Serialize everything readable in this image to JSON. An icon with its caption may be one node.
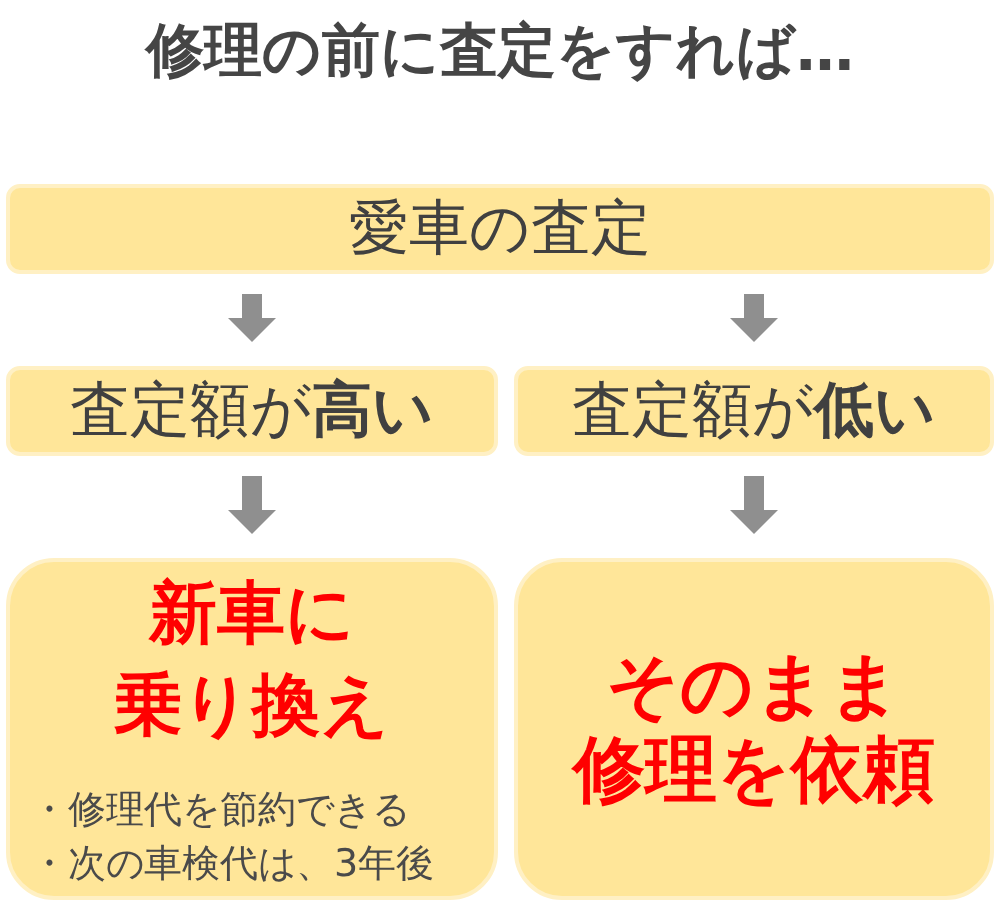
{
  "diagram": {
    "title": "修理の前に査定をすれば…",
    "nodes": [
      {
        "text": [
          "愛車の査定"
        ]
      },
      {
        "text": [
          "査定額が**高い**"
        ]
      },
      {
        "text": [
          "査定額が**低い**"
        ]
      },
      {
        "text": [
          "新車に乗り換え",
          "・修理代を節約できる",
          "・次の車検代は、3年後"
        ]
      },
      {
        "text": [
          "そのまま修理を依頼"
        ]
      }
    ],
    "edges": [
      {
        "from": 0,
        "to": 1,
        "arrow": "to"
      },
      {
        "from": 0,
        "to": 2,
        "arrow": "to"
      },
      {
        "from": 1,
        "to": 3,
        "arrow": "to"
      },
      {
        "from": 2,
        "to": 4,
        "arrow": "to"
      }
    ]
  }
}
